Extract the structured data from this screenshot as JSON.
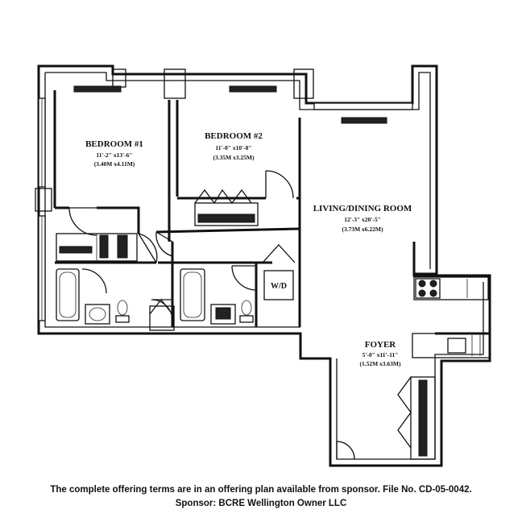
{
  "rooms": {
    "bedroom1": {
      "name": "BEDROOM #1",
      "dim_imperial": "11'-2\" x13'-6\"",
      "dim_metric": "(3.40M x4.11M)"
    },
    "bedroom2": {
      "name": "BEDROOM #2",
      "dim_imperial": "11'-0\" x10'-8\"",
      "dim_metric": "(3.35M x3.25M)"
    },
    "living": {
      "name": "LIVING/DINING ROOM",
      "dim_imperial": "12'-3\" x20'-5\"",
      "dim_metric": "(3.73M x6.22M)"
    },
    "foyer": {
      "name": "FOYER",
      "dim_imperial": "5'-0\" x11'-11\"",
      "dim_metric": "(1.52M x3.63M)"
    }
  },
  "appliance": {
    "washer_dryer": "W/D"
  },
  "footer": {
    "line1": "The complete offering terms are in an offering plan available from sponsor. File No. CD-05-0042.",
    "line2": "Sponsor: BCRE Wellington Owner LLC"
  }
}
